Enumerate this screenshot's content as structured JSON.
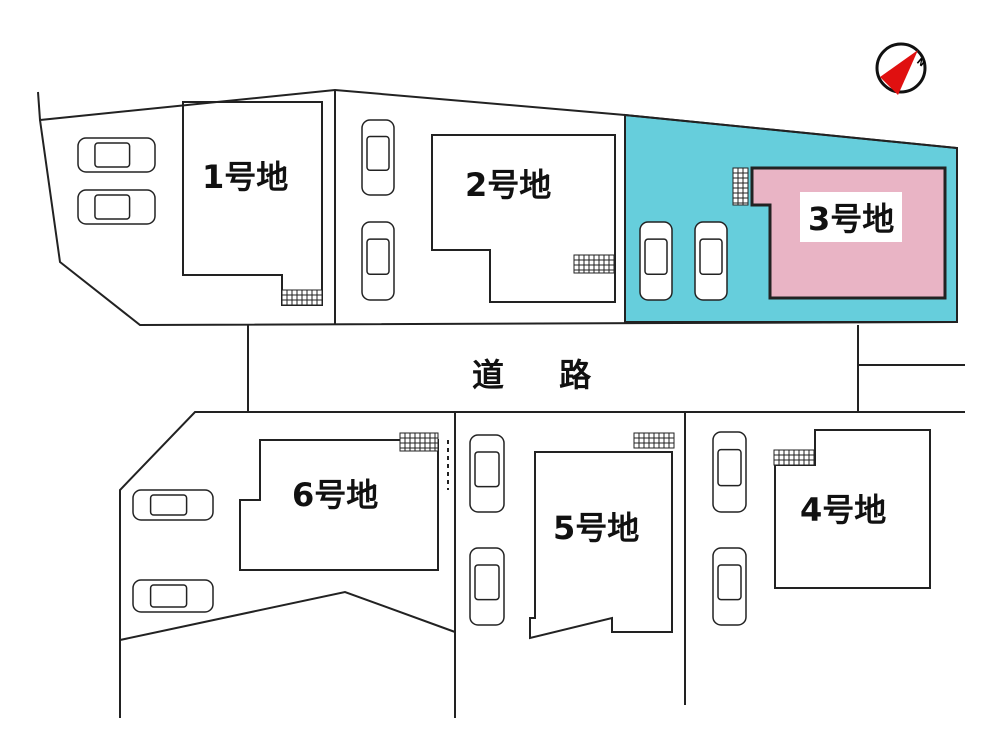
{
  "lots": [
    {
      "id": 1,
      "label": "1号地"
    },
    {
      "id": 2,
      "label": "2号地"
    },
    {
      "id": 3,
      "label": "3号地",
      "highlighted": true
    },
    {
      "id": 4,
      "label": "4号地"
    },
    {
      "id": 5,
      "label": "5号地"
    },
    {
      "id": 6,
      "label": "6号地"
    }
  ],
  "road": {
    "label": "道 路"
  },
  "compass": {
    "icon": "north-arrow-icon",
    "letter": "N"
  },
  "colors": {
    "highlight_lot": "#66cedc",
    "highlight_building": "#e9b4c5",
    "compass_arrow": "#e01010",
    "line": "#222222"
  }
}
